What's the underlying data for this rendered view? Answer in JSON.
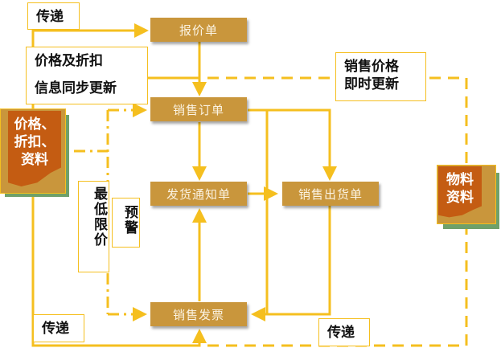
{
  "diagram": {
    "nodes": {
      "quotation": "报价单",
      "sales_order": "销售订单",
      "delivery_notice": "发货通知单",
      "sales_outbound": "销售出货单",
      "sales_invoice": "销售发票"
    },
    "documents": {
      "price_discount_data": "价格、\n折扣、\n资料",
      "material_data": "物料\n资料"
    },
    "labels": {
      "transfer_top": "传递",
      "price_discount": "价格及折扣",
      "info_sync": "信息同步更新",
      "sales_price_update_line1": "销售价格",
      "sales_price_update_line2": "即时更新",
      "min_price": "最低限价",
      "warning": "预警",
      "transfer_bottom_left": "传递",
      "transfer_bottom_right": "传递"
    },
    "colors": {
      "connector": "#f5bf1f",
      "node_fill": "#c9963c",
      "doc_front": "#c45c12",
      "doc_back": "#6fa06a"
    }
  }
}
